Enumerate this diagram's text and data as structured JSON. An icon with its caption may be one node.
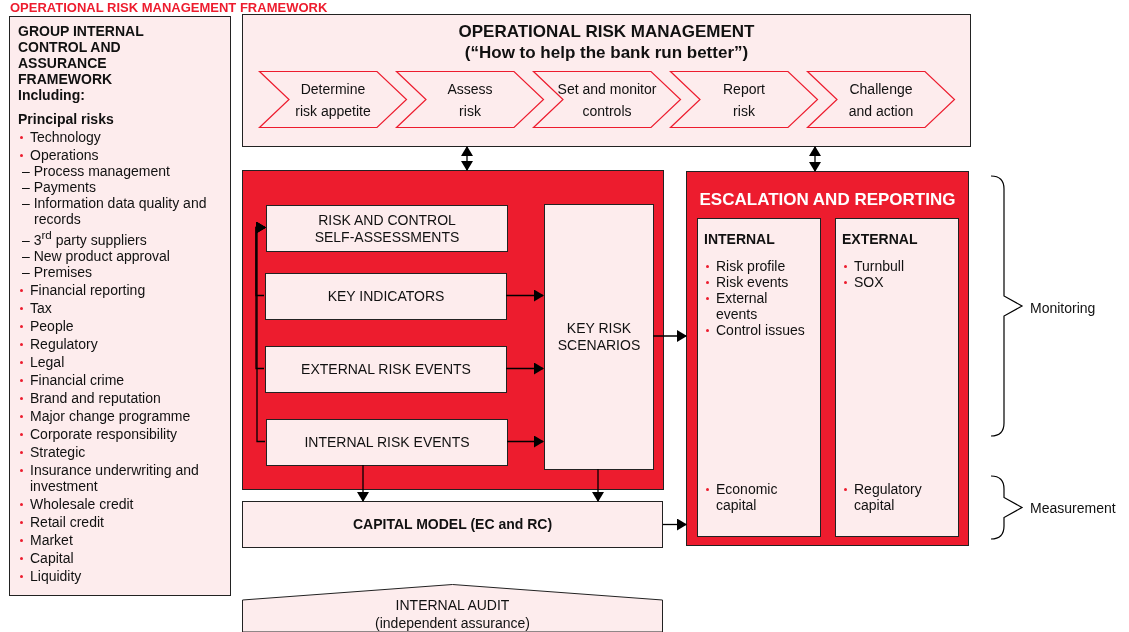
{
  "diagram": {
    "title": "OPERATIONAL RISK MANAGEMENT FRAMEWORK",
    "nodes": [
      {
        "text": [
          "GROUP INTERNAL CONTROL AND ASSURANCE FRAMEWORK Including:",
          "Principal risks",
          "Technology",
          "Operations",
          "– Process management",
          "– Payments",
          "– Information data quality and records",
          "– 3$^{rd}$ party suppliers",
          "– New product approval",
          "– Premises",
          "Financial reporting",
          "Tax",
          "People",
          "Regulatory",
          "Legal",
          "Financial crime",
          "Brand and reputation",
          "Major change programme",
          "Corporate responsibility",
          "Strategic",
          "Insurance underwriting and investment",
          "Wholesale credit",
          "Retail credit",
          "Market",
          "Capital",
          "Liquidity"
        ]
      },
      {
        "text": [
          "OPERATIONAL RISK MANAGEMENT",
          "(“How to help the bank run better”)"
        ]
      },
      {
        "text": [
          "Determine risk appetite"
        ],
        "in": 1
      },
      {
        "text": [
          "Assess risk"
        ],
        "in": 1
      },
      {
        "text": [
          "Set and monitor controls"
        ],
        "in": 1
      },
      {
        "text": [
          "Report risk"
        ],
        "in": 1
      },
      {
        "text": [
          "Challenge and action"
        ],
        "in": 1
      },
      {
        "text": [],
        "shape": "box"
      },
      {
        "text": [
          "RISK AND CONTROL SELF-ASSESSMENTS"
        ],
        "in": 7
      },
      {
        "text": [
          "KEY INDICATORS"
        ],
        "in": 7
      },
      {
        "text": [
          "EXTERNAL RISK EVENTS"
        ],
        "in": 7
      },
      {
        "text": [
          "INTERNAL RISK EVENTS"
        ],
        "in": 7
      },
      {
        "text": [
          "KEY RISK SCENARIOS"
        ],
        "in": 7
      },
      {
        "text": [
          "ESCALATION AND REPORTING"
        ]
      },
      {
        "text": [
          "INTERNAL",
          "Risk profile",
          "Risk events",
          "External events",
          "Control issues",
          "Economic capital"
        ],
        "in": 13
      },
      {
        "text": [
          "EXTERNAL",
          "Turnbull",
          "SOX",
          "Regulatory capital"
        ],
        "in": 13
      },
      {
        "text": [
          "CAPITAL MODEL (EC and RC)"
        ]
      },
      {
        "text": [
          "INTERNAL AUDIT",
          "(independent assurance)"
        ]
      }
    ],
    "edges": [
      {
        "from": 1,
        "to": 7,
        "arrow": "both"
      },
      {
        "from": 1,
        "to": 13,
        "arrow": "both"
      },
      {
        "from": 9,
        "to": 8,
        "arrow": "to"
      },
      {
        "from": 10,
        "to": 8,
        "arrow": "to"
      },
      {
        "from": 11,
        "to": 8,
        "arrow": "to"
      },
      {
        "from": 9,
        "to": 12,
        "arrow": "to"
      },
      {
        "from": 10,
        "to": 12,
        "arrow": "to"
      },
      {
        "from": 11,
        "to": 12,
        "arrow": "to"
      },
      {
        "from": 11,
        "to": 16,
        "arrow": "to"
      },
      {
        "from": 12,
        "to": 16,
        "arrow": "to"
      },
      {
        "from": 12,
        "to": 13,
        "arrow": "to"
      },
      {
        "from": 16,
        "to": 13,
        "arrow": "to"
      }
    ],
    "labels": [
      "Monitoring",
      "Measurement"
    ]
  }
}
